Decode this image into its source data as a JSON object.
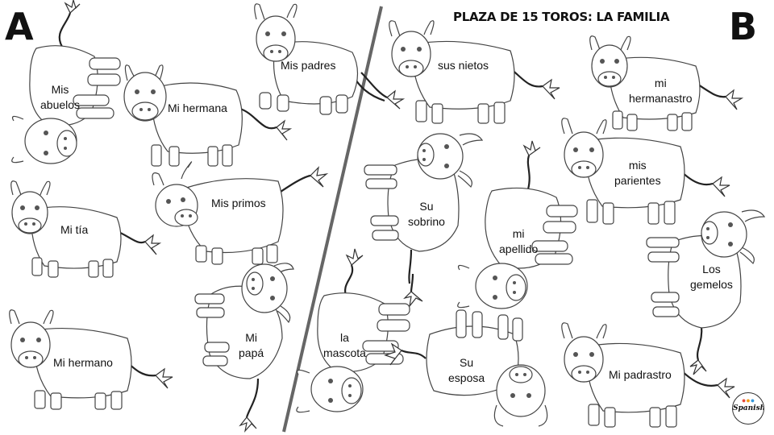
{
  "title": "PLAZA DE  15 TOROS: LA FAMILIA",
  "side_a": "A",
  "side_b": "B",
  "logo_text": "Spanish",
  "labels": {
    "mis_abuelos": [
      "Mis",
      "abuelos"
    ],
    "mi_hermana": [
      "Mi hermana"
    ],
    "mis_padres": [
      "Mis padres"
    ],
    "mi_tia": [
      "Mi tía"
    ],
    "mis_primos": [
      "Mis primos"
    ],
    "mi_papa": [
      "Mi",
      "papá"
    ],
    "mi_hermano": [
      "Mi hermano"
    ],
    "sus_nietos": [
      "sus nietos"
    ],
    "mi_hermanastro": [
      "mi",
      "hermanastro"
    ],
    "mis_parientes": [
      "mis",
      "parientes"
    ],
    "su_sobrino": [
      "Su",
      "sobrino"
    ],
    "mi_apellido": [
      "mi",
      "apellido"
    ],
    "los_gemelos": [
      "Los",
      "gemelos"
    ],
    "la_mascota": [
      "la",
      "mascota"
    ],
    "su_esposa": [
      "Su",
      "esposa"
    ],
    "mi_padrastro": [
      "Mi padrastro"
    ]
  }
}
